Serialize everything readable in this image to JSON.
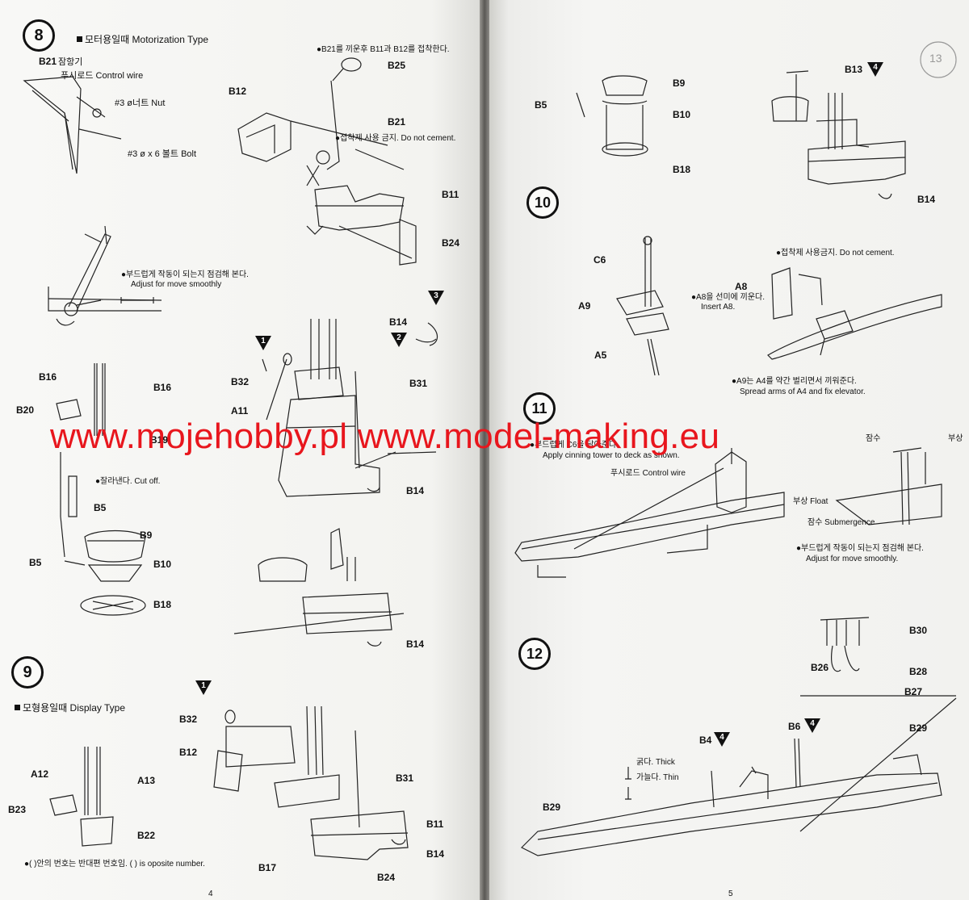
{
  "left_page": {
    "page_number": "4",
    "step8": {
      "number": "8",
      "heading_ko": "모터용일때",
      "heading_en": "Motorization Type",
      "labels": {
        "b21_top": "B21",
        "b21_ko": "잠항기",
        "control_wire": "푸시로드 Control wire",
        "nut": "#3 ø너트 Nut",
        "bolt": "#3 ø x 6 볼트 Bolt",
        "note_b21": "●B21를 끼운후 B11과 B12를 접착한다.",
        "b25": "B25",
        "b12": "B12",
        "b21": "B21",
        "no_cement": "●접착제 사용 금지. Do not cement.",
        "b11": "B11",
        "b24": "B24",
        "adjust_ko": "●부드럽게 작동이 되는지 점검해 본다.",
        "adjust_en": "Adjust for move smoothly",
        "b14_a": "B14",
        "b32": "B32",
        "b31": "B31",
        "a11": "A11",
        "b16_a": "B16",
        "b16_b": "B16",
        "b20": "B20",
        "b19": "B19",
        "b14_b": "B14",
        "cut_off": "●잘라낸다. Cut off.",
        "b5_a": "B5",
        "b9": "B9",
        "b5_b": "B5",
        "b10": "B10",
        "b18": "B18",
        "b14_c": "B14"
      },
      "markers": [
        "1",
        "2",
        "3"
      ]
    },
    "step9": {
      "number": "9",
      "heading_ko": "모형용일때",
      "heading_en": "Display Type",
      "labels": {
        "b32": "B32",
        "b12": "B12",
        "a12": "A12",
        "a13": "A13",
        "b31": "B31",
        "b23": "B23",
        "b22": "B22",
        "b11": "B11",
        "b17": "B17",
        "b24": "B24",
        "b14": "B14"
      },
      "marker": "1",
      "note": "●( )안의 번호는 반대편 번호임. ( ) is oposite number."
    }
  },
  "right_page": {
    "page_number": "5",
    "step_tab": "13",
    "top": {
      "labels": {
        "b9": "B9",
        "b5": "B5",
        "b10": "B10",
        "b18": "B18",
        "b13": "B13",
        "b14": "B14"
      },
      "marker": "4"
    },
    "step10": {
      "number": "10",
      "labels": {
        "c6": "C6",
        "a9": "A9",
        "a5": "A5",
        "a8": "A8",
        "no_cement": "●접착제 사용금지. Do not cement.",
        "insert_ko": "●A8을 선미에 끼운다.",
        "insert_en": "Insert A8.",
        "spread_ko": "●A9는 A4를 약간 벌리면서 끼워준다.",
        "spread_en": "Spread arms of A4 and fix elevator."
      }
    },
    "step11": {
      "number": "11",
      "labels": {
        "apply_ko": "●부드럽게 C6을 달아준다.",
        "apply_en": "Apply cinning tower to deck as shown.",
        "control_wire": "푸시로드 Control wire",
        "submergence_top": "잠수",
        "float_top": "부상",
        "float": "부상 Float",
        "submergence": "잠수 Submergence",
        "adjust_ko": "●부드럽게 작동이 되는지 점검해 본다.",
        "adjust_en": "Adjust for move smoothly."
      }
    },
    "step12": {
      "number": "12",
      "labels": {
        "b30": "B30",
        "b26": "B26",
        "b28": "B28",
        "b27": "B27",
        "b29_a": "B29",
        "b6": "B6",
        "b4": "B4",
        "thick": "굵다. Thick",
        "thin": "가늘다. Thin",
        "b29_b": "B29"
      },
      "markers": [
        "4",
        "4"
      ]
    }
  },
  "watermark": "www.mojehobby.pl www.model-making.eu",
  "colors": {
    "watermark": "#e8161d",
    "ink": "#111111",
    "paper": "#f6f6f3"
  }
}
